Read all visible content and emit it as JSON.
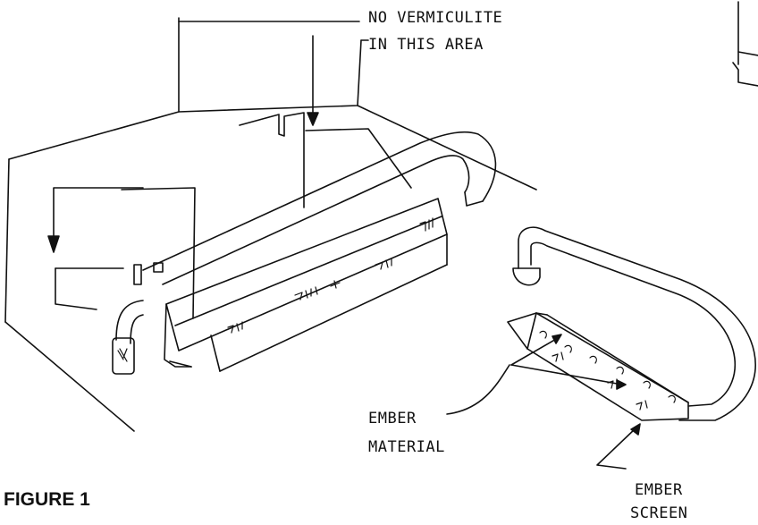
{
  "callouts": {
    "no_vermiculite": [
      "NO VERMICULITE",
      "IN THIS AREA"
    ],
    "ember_material": [
      "EMBER",
      "MATERIAL"
    ],
    "ember_screen": [
      "EMBER",
      "SCREEN"
    ]
  },
  "figure_title": "FIGURE 1",
  "colors": {
    "ink": "#111111",
    "paper": "#ffffff"
  }
}
